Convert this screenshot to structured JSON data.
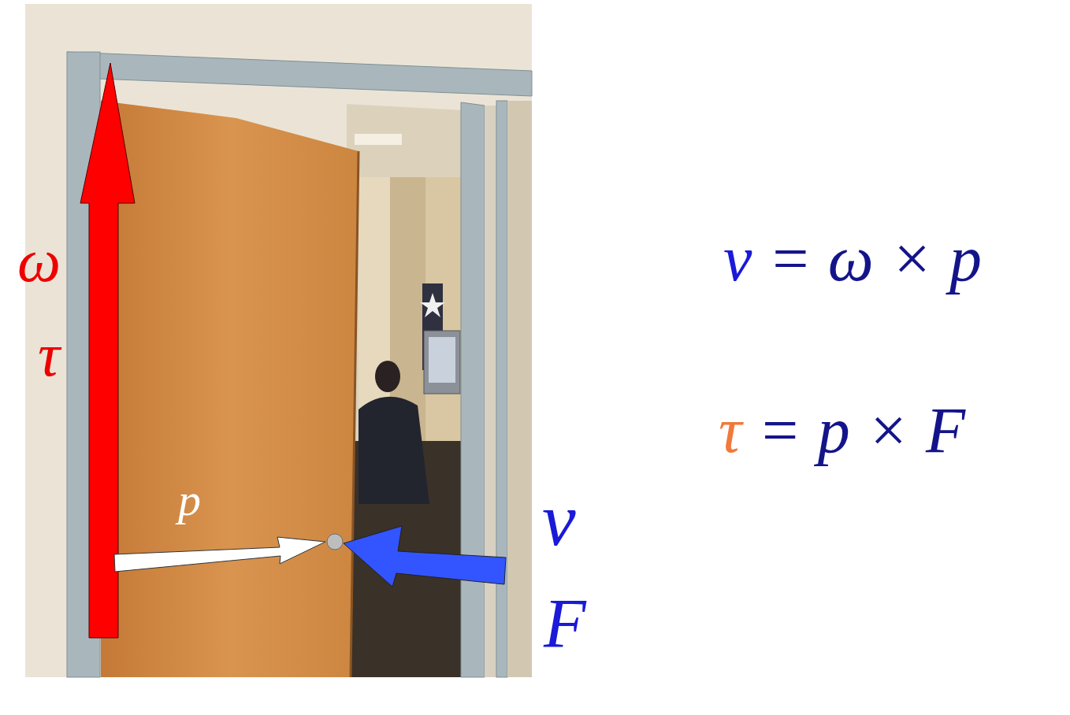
{
  "diagram": {
    "labels": [
      "ω",
      "τ",
      "p",
      "v",
      "F",
      "v = ω × p",
      "τ = p × F"
    ]
  }
}
